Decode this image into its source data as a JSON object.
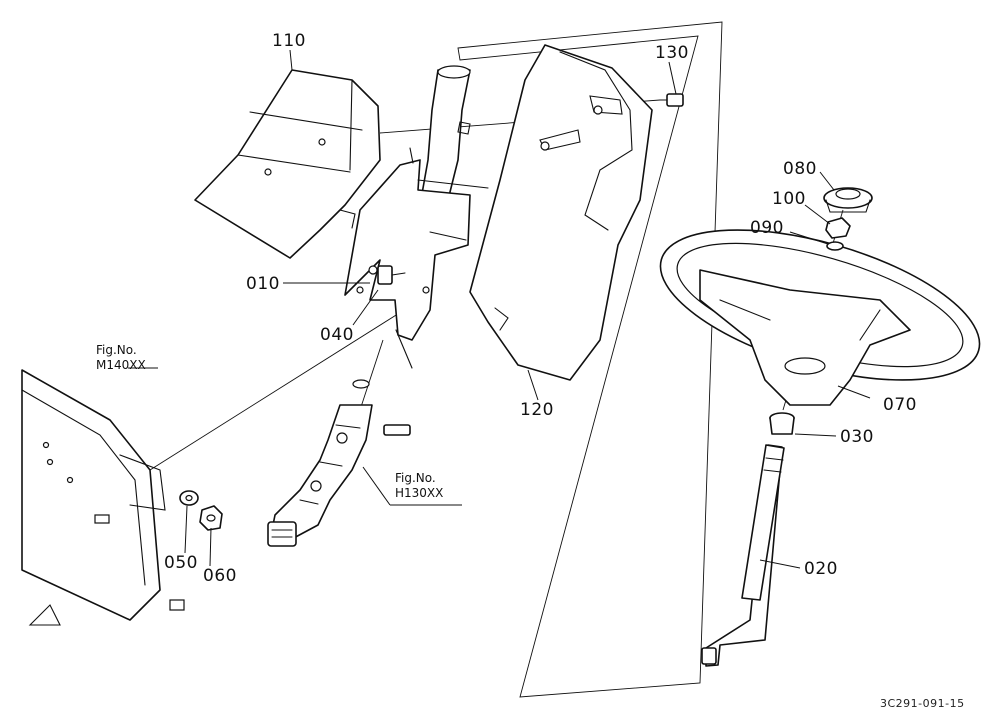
{
  "part_labels": {
    "p010": "010",
    "p020": "020",
    "p030": "030",
    "p040": "040",
    "p050": "050",
    "p060": "060",
    "p070": "070",
    "p080": "080",
    "p090": "090",
    "p100": "100",
    "p110": "110",
    "p120": "120",
    "p130": "130"
  },
  "figure_refs": {
    "m140": {
      "line1": "Fig.No.",
      "line2": "M140XX"
    },
    "h130": {
      "line1": "Fig.No.",
      "line2": "H130XX"
    }
  },
  "drawing_code": "3C291-091-15"
}
